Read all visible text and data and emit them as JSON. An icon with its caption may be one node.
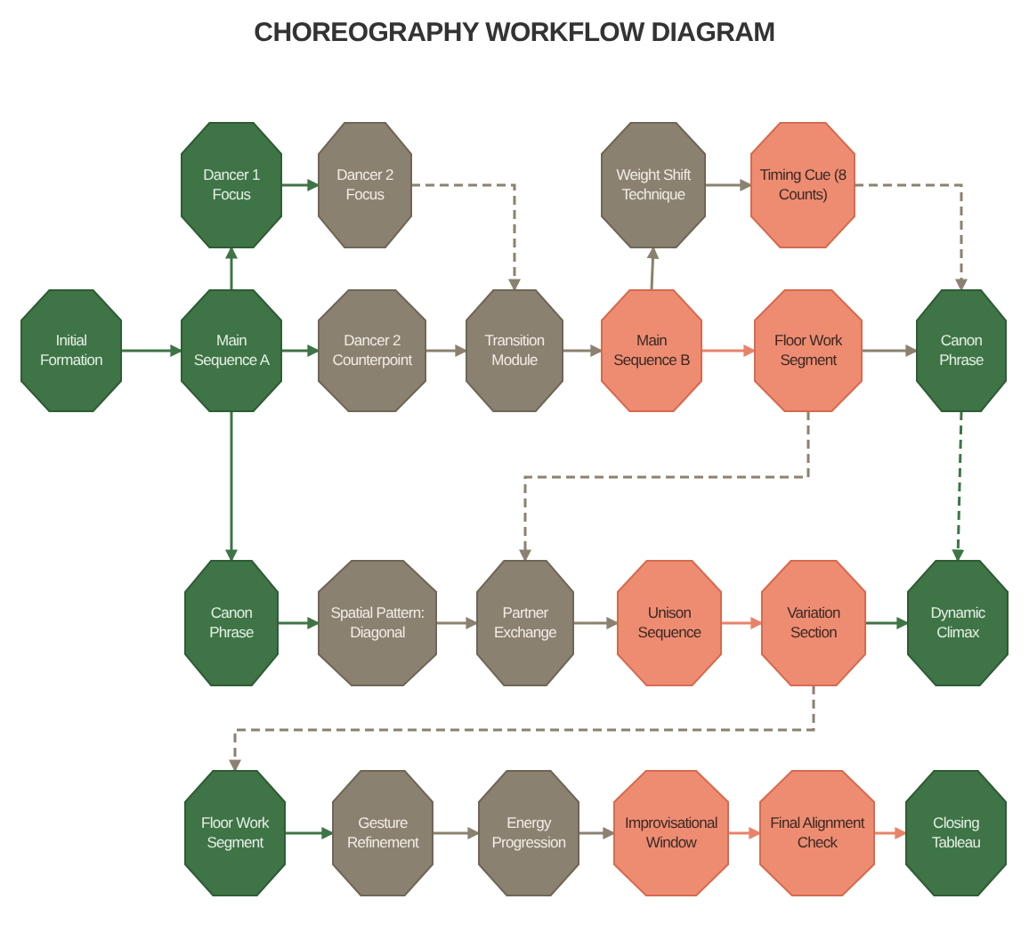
{
  "diagram": {
    "title": "CHOREOGRAPHY WORKFLOW DIAGRAM",
    "nodes": [
      {
        "text": [
          "Dancer 1 Focus"
        ]
      },
      {
        "text": [
          "Dancer 2 Focus"
        ]
      },
      {
        "text": [
          "Weight Shift Technique"
        ]
      },
      {
        "text": [
          "Timing Cue (8 Counts)"
        ]
      },
      {
        "text": [
          "Initial Formation"
        ]
      },
      {
        "text": [
          "Main Sequence A"
        ]
      },
      {
        "text": [
          "Dancer 2 Counterpoint"
        ]
      },
      {
        "text": [
          "Transition Module"
        ]
      },
      {
        "text": [
          "Main Sequence B"
        ]
      },
      {
        "text": [
          "Floor Work Segment"
        ]
      },
      {
        "text": [
          "Canon Phrase"
        ]
      },
      {
        "text": [
          "Canon Phrase"
        ]
      },
      {
        "text": [
          "Spatial Pattern: Diagonal"
        ]
      },
      {
        "text": [
          "Partner Exchange"
        ]
      },
      {
        "text": [
          "Unison Sequence"
        ]
      },
      {
        "text": [
          "Variation Section"
        ]
      },
      {
        "text": [
          "Dynamic Climax"
        ]
      },
      {
        "text": [
          "Floor Work Segment"
        ]
      },
      {
        "text": [
          "Gesture Refinement"
        ]
      },
      {
        "text": [
          "Energy Progression"
        ]
      },
      {
        "text": [
          "Improvisational Window"
        ]
      },
      {
        "text": [
          "Final Alignment Check"
        ]
      },
      {
        "text": [
          "Closing Tableau"
        ]
      }
    ],
    "edges": [
      {
        "from": 4,
        "to": 5,
        "arrow": "to",
        "color": "#3e7446"
      },
      {
        "from": 5,
        "to": 0,
        "arrow": "to",
        "color": "#3e7446"
      },
      {
        "from": 0,
        "to": 1,
        "arrow": "to",
        "color": "#3e7446"
      },
      {
        "from": 1,
        "to": 7,
        "arrow": "to",
        "style": "dashed"
      },
      {
        "from": 5,
        "to": 6,
        "arrow": "to",
        "color": "#3e7446"
      },
      {
        "from": 6,
        "to": 7,
        "arrow": "to"
      },
      {
        "from": 7,
        "to": 8,
        "arrow": "to"
      },
      {
        "from": 8,
        "to": 2,
        "arrow": "to"
      },
      {
        "from": 2,
        "to": 3,
        "arrow": "to"
      },
      {
        "from": 3,
        "to": 10,
        "arrow": "to",
        "style": "dashed"
      },
      {
        "from": 8,
        "to": 9,
        "arrow": "to",
        "color": "#e8836a"
      },
      {
        "from": 9,
        "to": 10,
        "arrow": "to"
      },
      {
        "from": 9,
        "to": 13,
        "arrow": "to",
        "style": "dashed"
      },
      {
        "from": 10,
        "to": 16,
        "arrow": "to",
        "style": "dashed",
        "color": "#3e7446"
      },
      {
        "from": 5,
        "to": 11,
        "arrow": "to",
        "color": "#3e7446"
      },
      {
        "from": 11,
        "to": 12,
        "arrow": "to",
        "color": "#3e7446"
      },
      {
        "from": 12,
        "to": 13,
        "arrow": "to"
      },
      {
        "from": 13,
        "to": 14,
        "arrow": "to"
      },
      {
        "from": 14,
        "to": 15,
        "arrow": "to",
        "color": "#e8836a"
      },
      {
        "from": 15,
        "to": 16,
        "arrow": "to",
        "color": "#3e7446"
      },
      {
        "from": 15,
        "to": 17,
        "arrow": "to",
        "style": "dashed"
      },
      {
        "from": 17,
        "to": 18,
        "arrow": "to",
        "color": "#3e7446"
      },
      {
        "from": 18,
        "to": 19,
        "arrow": "to"
      },
      {
        "from": 19,
        "to": 20,
        "arrow": "to"
      },
      {
        "from": 20,
        "to": 21,
        "arrow": "to",
        "color": "#e8836a"
      },
      {
        "from": 21,
        "to": 22,
        "arrow": "to",
        "color": "#e8836a"
      }
    ]
  }
}
